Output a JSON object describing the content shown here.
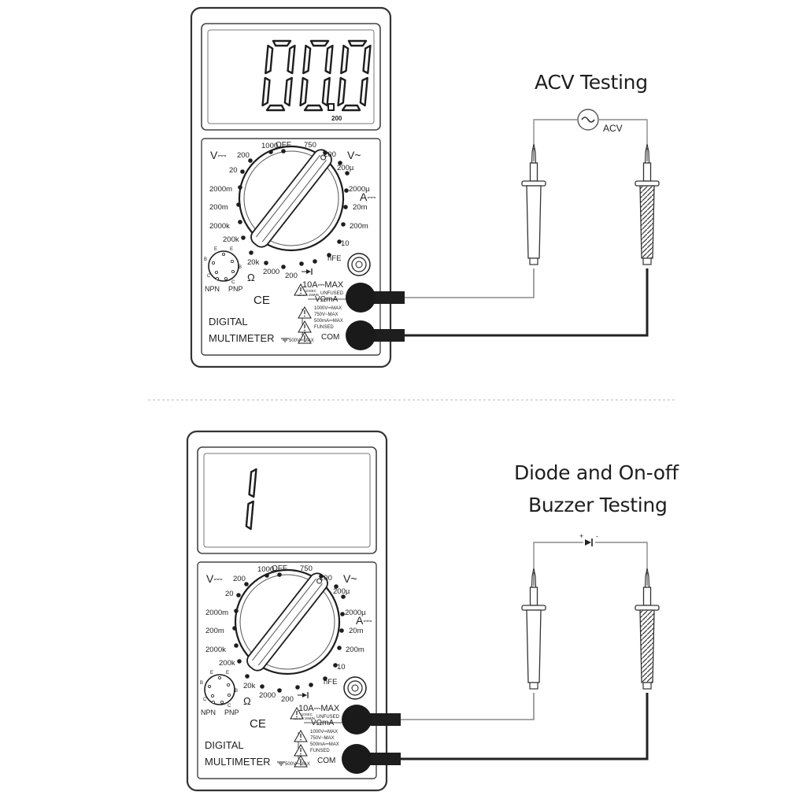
{
  "panels": [
    {
      "title_lines": [
        "ACV Testing"
      ],
      "display": {
        "digits": "00.0",
        "range": "200"
      },
      "circuit_label": "ACV",
      "circuit_symbol": "ac-source-icon"
    },
    {
      "title_lines": [
        "Diode and On-off",
        "Buzzer Testing"
      ],
      "display": {
        "digits": "1",
        "range": ""
      },
      "circuit_label": "",
      "circuit_symbol": "diode-icon",
      "polarity": {
        "plus": "+",
        "minus": "-"
      }
    }
  ],
  "meter": {
    "v_dc": "V⎓",
    "v_ac": "V~",
    "a_dc": "A⎓",
    "off": "OFF",
    "dial_left": [
      "200",
      "20",
      "2000m",
      "200m",
      "2000k",
      "200k",
      "20k",
      "2000",
      "200"
    ],
    "dial_top": [
      "1000",
      "750",
      "200"
    ],
    "dial_right": [
      "200µ",
      "2000µ",
      "20m",
      "200m",
      "10",
      "hFE"
    ],
    "ohm": "Ω",
    "transistor": {
      "e1": "E",
      "e2": "E",
      "b1": "B",
      "b2": "B",
      "c1": "C",
      "c2": "C",
      "npn": "NPN",
      "pnp": "PNP"
    },
    "ce": "CE",
    "brand_line1": "DIGITAL",
    "brand_line2": "MULTIMETER",
    "jack_10a": "10A⎓MAX",
    "jack_10a_note1": "MAX10SEC",
    "jack_10a_note2": "EACH 15MIN",
    "unfused": "UNFUSED",
    "jack_vma": "VΩmA",
    "max_1": "1000V⎓MAX",
    "max_2": "750V~MAX",
    "max_3": "500mA⎓MAX",
    "fused": "FUNSED",
    "com": "COM",
    "ground_max": "500V⎓MAX"
  },
  "colors": {
    "ink": "#1e1e1e",
    "lead_black": "#222222",
    "lead_gray": "#8a8a8a",
    "divider": "#b9b9b9"
  }
}
